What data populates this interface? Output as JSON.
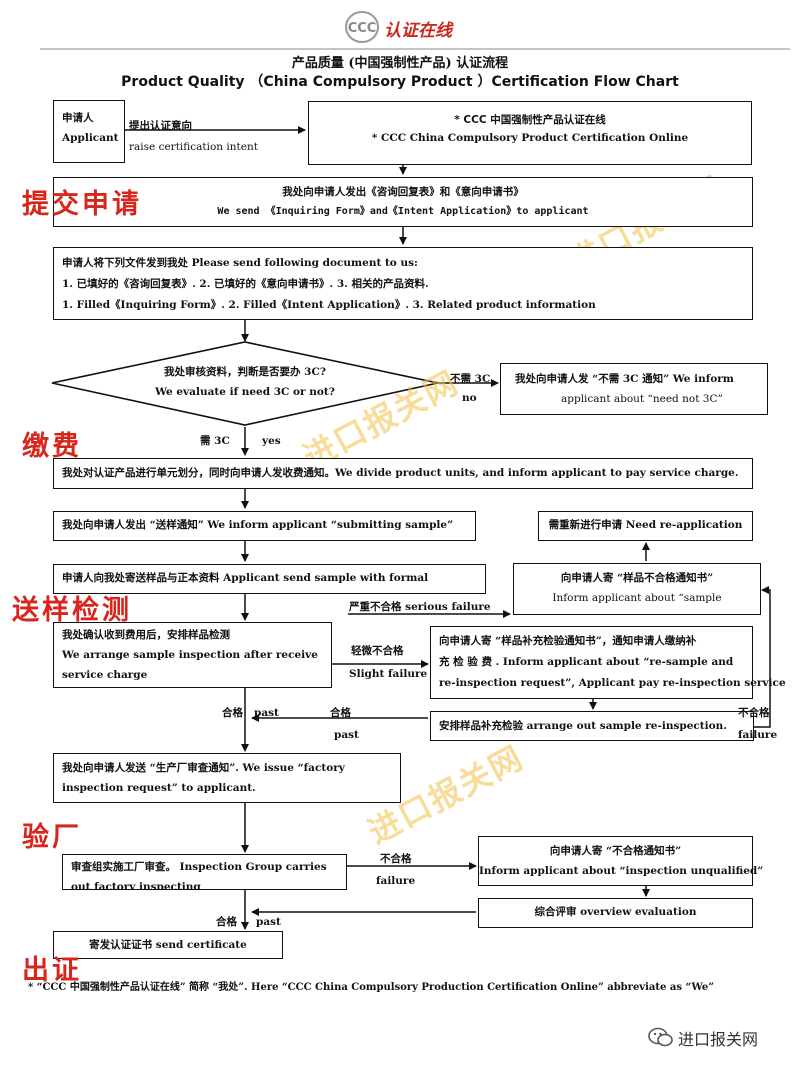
{
  "logo": {
    "text": "认证在线"
  },
  "title": {
    "cn": "产品质量 (中国强制性产品) 认证流程",
    "en": "Product Quality （China Compulsory Product ）Certification Flow Chart"
  },
  "applicant_box": {
    "cn": "申请人",
    "en": "Applicant"
  },
  "intent_label": {
    "cn": "提出认证意向",
    "en": "raise certification intent"
  },
  "ccc_box": {
    "cn": "* CCC 中国强制性产品认证在线",
    "en": "* CCC China Compulsory Product Certification Online"
  },
  "send_forms_box": {
    "cn": "我处向申请人发出《咨询回复表》和《意向申请书》",
    "en": "We send 《Inquiring Form》and《Intent Application》to applicant"
  },
  "documents_box": {
    "line1": "申请人将下列文件发到我处  Please send following document to us:",
    "line2": "1.   已填好的《咨询回复表》.      2.   已填好的《意向申请书》.       3.   相关的产品资料.",
    "line3": "1.    Filled《Inquiring Form》.       2.    Filled《Intent Application》.    3.    Related product information"
  },
  "decision": {
    "cn": "我处审核资料，判断是否要办 3C?",
    "en": "We evaluate if need 3C or not?"
  },
  "no_label": {
    "cn": "不需 3C",
    "en": "no"
  },
  "yes_label": {
    "cn": "需 3C",
    "en": "yes"
  },
  "not_need_box": {
    "line1": "我处向申请人发 “不需 3C 通知”   We inform",
    "line2": "applicant about “need not 3C”"
  },
  "charge_box": {
    "text": "我处对认证产品进行单元划分，同时向申请人发收费通知。We divide product units, and inform applicant to pay service charge."
  },
  "sample_notice_box": {
    "text": "我处向申请人发出 “送样通知” We inform applicant “submitting sample”"
  },
  "reapply_box": {
    "text": "需重新进行申请  Need re-application"
  },
  "send_sample_box": {
    "text": "申请人向我处寄送样品与正本资料  Applicant  send  sample  with  formal"
  },
  "sample_fail_box": {
    "line1": "向申请人寄 “样品不合格通知书”",
    "line2": "Inform applicant about “sample"
  },
  "serious_label": {
    "text": "严重不合格  serious failure"
  },
  "arrange_box": {
    "line1": "我处确认收到费用后，安排样品检测",
    "line2": "We    arrange   sample   inspection   after   receive",
    "line3": "service charge"
  },
  "slight_label": {
    "cn": "轻微不合格",
    "en": "Slight failure"
  },
  "resample_box": {
    "line1": "向申请人寄 “样品补充检验通知书”，通知申请人缴纳补",
    "line2": "充 检 验 费 .    Inform    applicant    about    “re-sample    and",
    "line3": "re-inspection request”, Applicant pay re-inspection service"
  },
  "pass1_label": {
    "cn": "合格",
    "en": "past"
  },
  "pass2_label": {
    "cn": "合格",
    "en": "past"
  },
  "reinspect_box": {
    "text": "安排样品补充检验  arrange out sample re-inspection."
  },
  "fail1_label": {
    "cn": "不合格",
    "en": "failure"
  },
  "factory_notice_box": {
    "line1": "我处向申请人发送 “生产厂审查通知”. We  issue  “factory",
    "line2": "inspection request” to applicant."
  },
  "group_box": {
    "line1": "审查组实施工厂审查。  Inspection  Group  carries",
    "line2": "out factory inspecting"
  },
  "fail2_label": {
    "cn": "不合格",
    "en": "failure"
  },
  "unqualified_box": {
    "line1": "向申请人寄 “不合格通知书”",
    "line2": "Inform applicant about “inspection unqualified”"
  },
  "overview_box": {
    "text": "综合评审     overview evaluation"
  },
  "pass3_label": {
    "cn": "合格",
    "en": "past"
  },
  "certificate_box": {
    "text": "寄发认证证书     send certificate"
  },
  "stages": [
    "提交申请",
    "缴费",
    "送样检测",
    "验厂",
    "出证"
  ],
  "watermark": "进口报关网",
  "footnote": "* “CCC 中国强制性产品认证在线” 简称 “我处”.     Here “CCC China Compulsory Production Certification Online” abbreviate as “We”",
  "brand_footer": "进口报关网",
  "colors": {
    "stage_red": "#d8261c",
    "watermark_yellow": "#f1c14a",
    "logo_red": "#c8281e",
    "line": "#111111"
  }
}
